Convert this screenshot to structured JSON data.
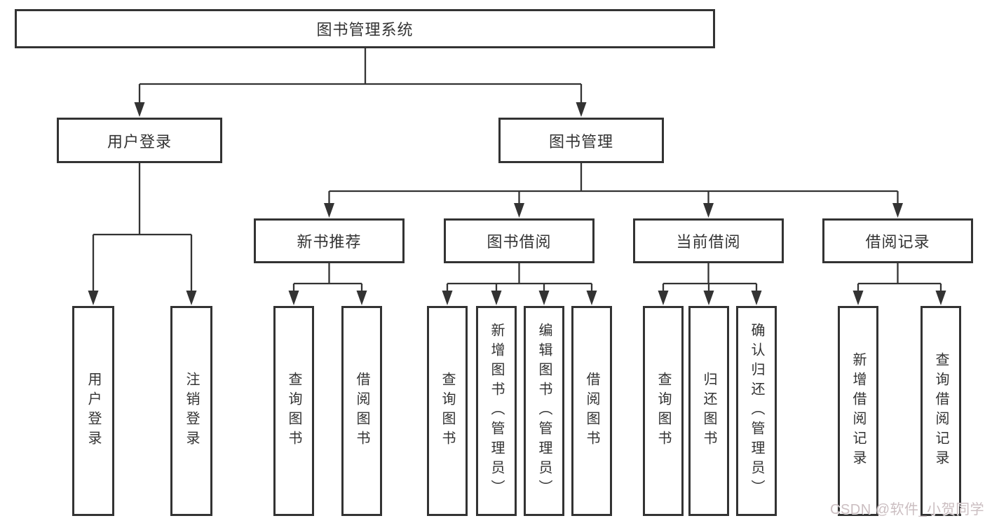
{
  "colors": {
    "line": "#333333",
    "box_border": "#333333",
    "box_fill": "#ffffff",
    "text": "#333333",
    "watermark": "#cbbec1"
  },
  "watermark": {
    "text": "CSDN @软件_小贺同学"
  },
  "tree": {
    "root": {
      "label": "图书管理系统",
      "children": [
        {
          "label": "用户登录",
          "children": [
            {
              "label": "用户登录"
            },
            {
              "label": "注销登录"
            }
          ]
        },
        {
          "label": "图书管理",
          "children": [
            {
              "label": "新书推荐",
              "children": [
                {
                  "label": "查询图书"
                },
                {
                  "label": "借阅图书"
                }
              ]
            },
            {
              "label": "图书借阅",
              "children": [
                {
                  "label": "查询图书"
                },
                {
                  "label": "新增图书（管理员）"
                },
                {
                  "label": "编辑图书（管理员）"
                },
                {
                  "label": "借阅图书"
                }
              ]
            },
            {
              "label": "当前借阅",
              "children": [
                {
                  "label": "查询图书"
                },
                {
                  "label": "归还图书"
                },
                {
                  "label": "确认归还（管理员）"
                }
              ]
            },
            {
              "label": "借阅记录",
              "children": [
                {
                  "label": "新增借阅记录"
                },
                {
                  "label": "查询借阅记录"
                }
              ]
            }
          ]
        }
      ]
    }
  }
}
